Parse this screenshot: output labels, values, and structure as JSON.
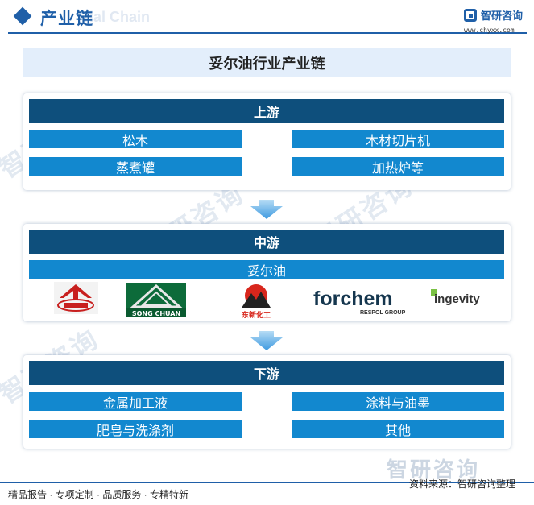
{
  "header": {
    "title": "产业链",
    "ghost_text": "rial Chain",
    "logo_text": "智研咨询",
    "logo_url": "www.chyxx.com"
  },
  "main_title": "妥尔油行业产业链",
  "upstream": {
    "label": "上游",
    "items": [
      "松木",
      "木材切片机",
      "蒸煮罐",
      "加热炉等"
    ]
  },
  "midstream": {
    "label": "中游",
    "product": "妥尔油",
    "companies": [
      {
        "name": "",
        "icon": "red-roof-company-logo"
      },
      {
        "name": "SONG CHUAN",
        "icon": "green-mountain-logo"
      },
      {
        "name": "东新化工",
        "icon": "red-sun-mountain-logo"
      },
      {
        "name": "forchem",
        "sub": "RESPOL GROUP",
        "icon": "forchem-wordmark"
      },
      {
        "name": "ingevity",
        "icon": "ingevity-wordmark"
      }
    ]
  },
  "downstream": {
    "label": "下游",
    "items": [
      "金属加工液",
      "涂料与油墨",
      "肥皂与洗涤剂",
      "其他"
    ]
  },
  "footer": {
    "tagline": "精品报告 · 专项定制 · 品质服务 · 专精特新",
    "source": "资料来源：智研咨询整理",
    "watermark": "智研咨询"
  },
  "colors": {
    "stage_header": "#0e4f7c",
    "cell": "#1288cf",
    "title_bg": "#e3eefb",
    "brand": "#1f5fa8"
  }
}
